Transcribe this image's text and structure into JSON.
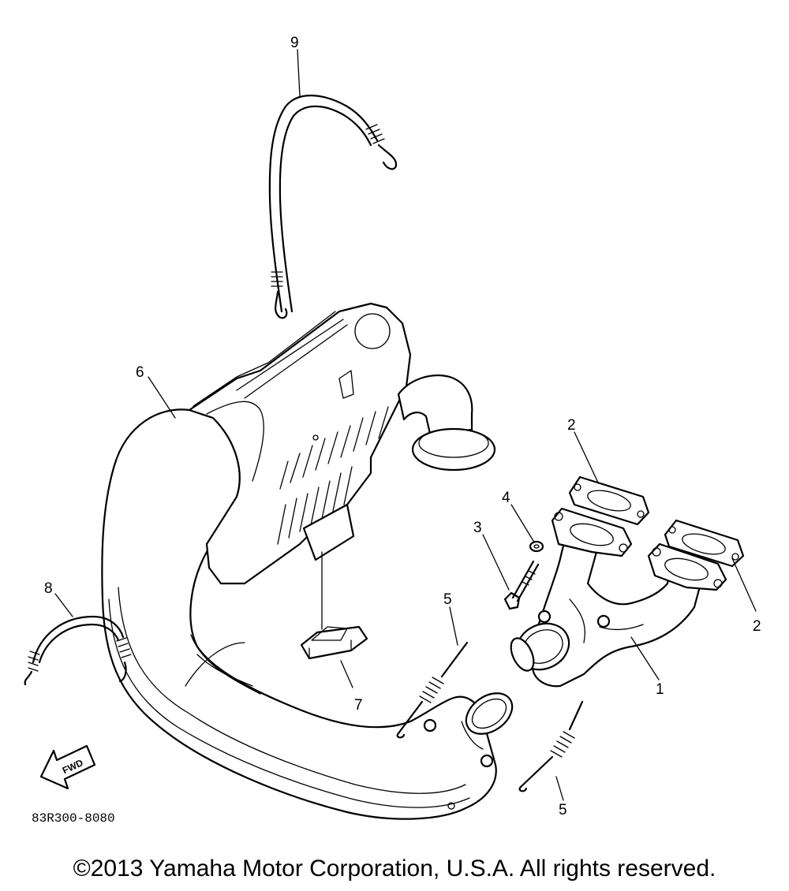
{
  "callouts": {
    "p1": "1",
    "p2a": "2",
    "p2b": "2",
    "p3": "3",
    "p4": "4",
    "p5a": "5",
    "p5b": "5",
    "p6": "6",
    "p7": "7",
    "p8": "8",
    "p9": "9"
  },
  "fwd_label": "FWD",
  "part_code": "83R300-8080",
  "copyright": "©2013 Yamaha Motor Corporation, U.S.A. All rights reserved."
}
